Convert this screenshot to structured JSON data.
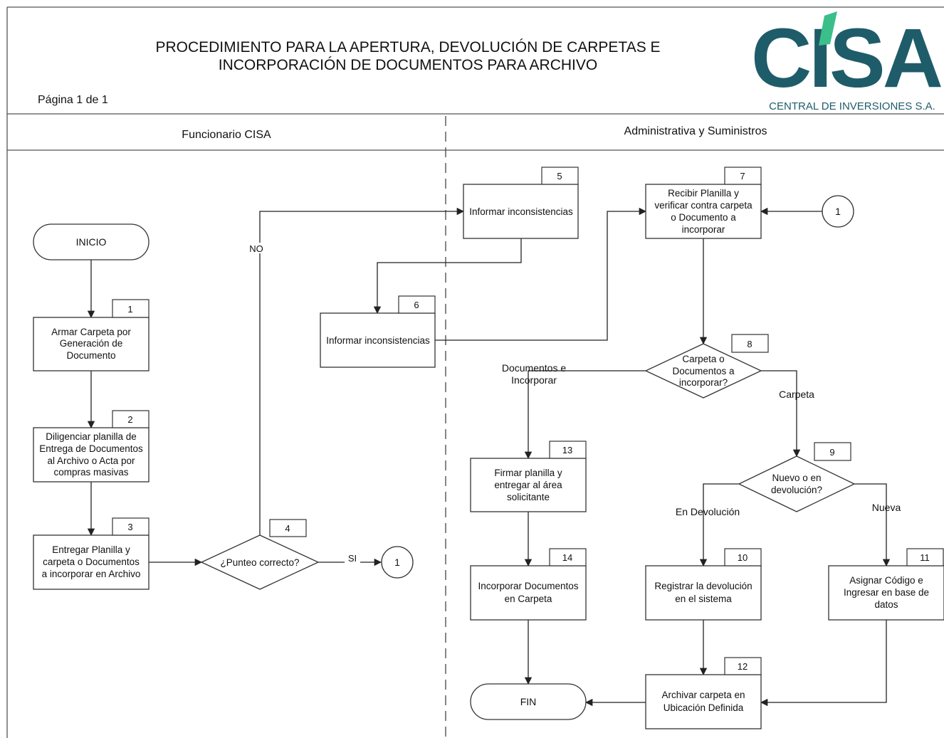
{
  "header": {
    "title_line1": "PROCEDIMIENTO PARA LA APERTURA, DEVOLUCIÓN DE CARPETAS E",
    "title_line2": "INCORPORACIÓN DE DOCUMENTOS PARA ARCHIVO",
    "page_info": "Página 1 de 1",
    "logo_text": "CISA",
    "logo_subtitle": "CENTRAL DE INVERSIONES S.A."
  },
  "lanes": {
    "left": "Funcionario CISA",
    "right": "Administrativa y Suministros"
  },
  "colors": {
    "logo_dark": "#1f5c6a",
    "logo_accent": "#3bbf8a",
    "line": "#222222"
  },
  "nodes": {
    "inicio": "INICIO",
    "fin": "FIN",
    "n1": {
      "num": "1",
      "lines": [
        "Armar Carpeta por",
        "Generación de",
        "Documento"
      ]
    },
    "n2": {
      "num": "2",
      "lines": [
        "Diligenciar planilla de",
        "Entrega de Documentos",
        "al Archivo o Acta por",
        "compras masivas"
      ]
    },
    "n3": {
      "num": "3",
      "lines": [
        "Entregar Planilla y",
        "carpeta o Documentos",
        "a incorporar en Archivo"
      ]
    },
    "n4": {
      "num": "4",
      "lines": [
        "¿Punteo correcto?"
      ]
    },
    "n5": {
      "num": "5",
      "lines": [
        "Informar inconsistencias"
      ]
    },
    "n6": {
      "num": "6",
      "lines": [
        "Informar inconsistencias"
      ]
    },
    "n7": {
      "num": "7",
      "lines": [
        "Recibir Planilla y",
        "verificar contra carpeta",
        "o Documento a",
        "incorporar"
      ]
    },
    "n8": {
      "num": "8",
      "lines": [
        "Carpeta o",
        "Documentos a",
        "incorporar?"
      ]
    },
    "n9": {
      "num": "9",
      "lines": [
        "Nuevo o en",
        "devolución?"
      ]
    },
    "n10": {
      "num": "10",
      "lines": [
        "Registrar la devolución",
        "en el sistema"
      ]
    },
    "n11": {
      "num": "11",
      "lines": [
        "Asignar Código e",
        "Ingresar en base de",
        "datos"
      ]
    },
    "n12": {
      "num": "12",
      "lines": [
        "Archivar carpeta en",
        "Ubicación Definida"
      ]
    },
    "n13": {
      "num": "13",
      "lines": [
        "Firmar planilla y",
        "entregar al área",
        "solicitante"
      ]
    },
    "n14": {
      "num": "14",
      "lines": [
        "Incorporar Documentos",
        "en Carpeta"
      ]
    },
    "connector_a": "1",
    "connector_b": "1"
  },
  "edge_labels": {
    "no": "NO",
    "si": "SI",
    "documentos": [
      "Documentos e",
      "Incorporar"
    ],
    "carpeta": "Carpeta",
    "en_devolucion": "En Devolución",
    "nueva": "Nueva"
  }
}
